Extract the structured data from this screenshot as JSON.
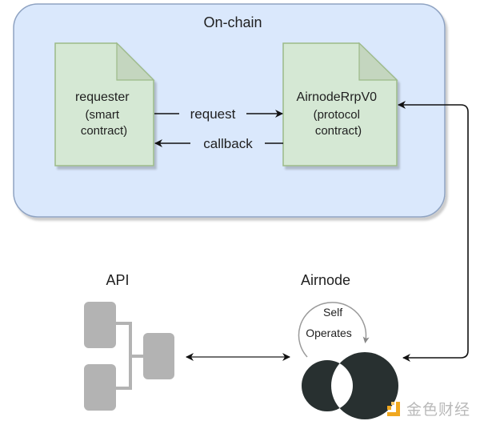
{
  "diagram": {
    "groups": [
      {
        "id": "on-chain",
        "label": "On-chain",
        "fill": "#dae8fc",
        "stroke": "#8fa3c2"
      }
    ],
    "nodes": [
      {
        "id": "requester",
        "lines": [
          "requester",
          "(smart",
          "contract)"
        ],
        "fill": "#d5e8d4",
        "stroke": "#9cba88",
        "shape": "document"
      },
      {
        "id": "airnode-rrp",
        "lines": [
          "AirnodeRrpV0",
          "(protocol",
          "contract)"
        ],
        "fill": "#d5e8d4",
        "stroke": "#9cba88",
        "shape": "document"
      },
      {
        "id": "api",
        "label": "API",
        "icon": "api-network-icon",
        "color": "#b3b3b3"
      },
      {
        "id": "airnode",
        "label": "Airnode",
        "icon": "airnode-logo-icon",
        "color": "#283030"
      }
    ],
    "edges": [
      {
        "from": "requester",
        "to": "airnode-rrp",
        "label": "request"
      },
      {
        "from": "airnode-rrp",
        "to": "requester",
        "label": "callback"
      },
      {
        "from": "airnode",
        "to": "airnode-rrp",
        "label": ""
      },
      {
        "from": "api",
        "to": "airnode",
        "label": "",
        "bidirectional": true
      }
    ],
    "self_loop": {
      "node": "airnode",
      "lines": [
        "Self",
        "Operates"
      ],
      "color": "#999999"
    }
  },
  "watermark": {
    "text": "金色财经",
    "accent": "#f0a820"
  }
}
